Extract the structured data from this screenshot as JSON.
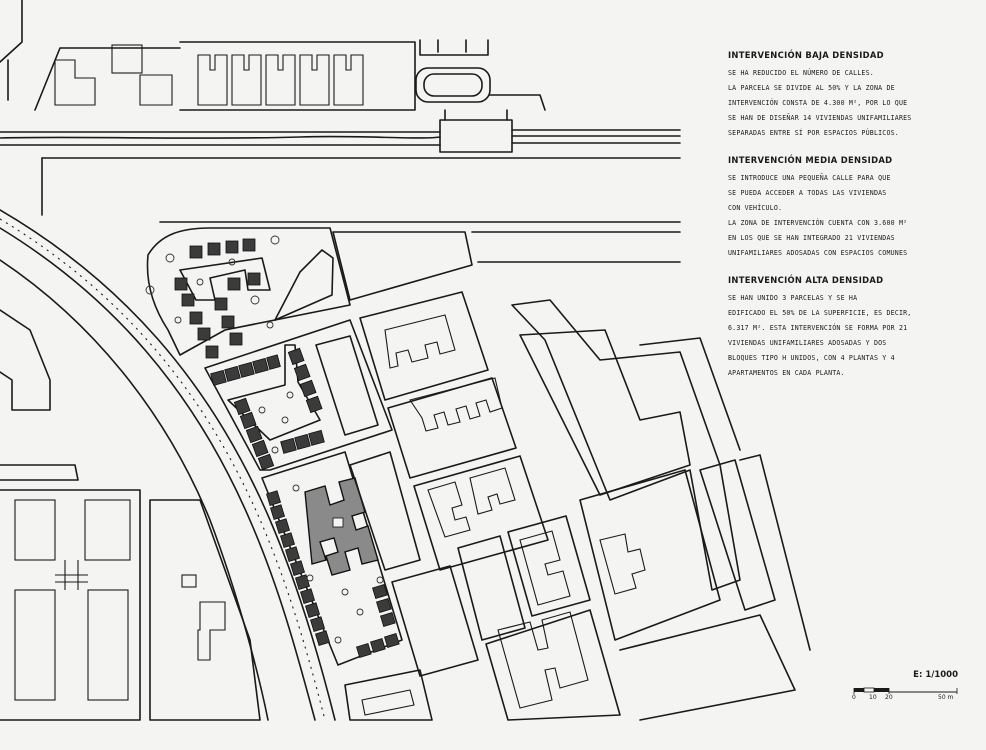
{
  "notes": [
    {
      "title": "INTERVENCIÓN BAJA DENSIDAD",
      "lines": [
        "SE HA REDUCIDO EL NÚMERO DE CALLES.",
        "LA PARCELA SE DIVIDE AL 50% Y LA ZONA DE",
        "INTERVENCIÓN CONSTA DE 4.300 m², POR LO QUE",
        "SE HAN DE DISEÑAR 14 VIVIENDAS UNIFAMILIARES",
        "SEPARADAS ENTRE SÍ POR ESPACIOS PÚBLICOS."
      ]
    },
    {
      "title": "INTERVENCIÓN MEDIA DENSIDAD",
      "lines": [
        "SE INTRODUCE UNA PEQUEÑA CALLE PARA QUE",
        "SE PUEDA ACCEDER A TODAS LAS VIVIENDAS",
        "CON VEHÍCULO.",
        "LA ZONA DE INTERVENCIÓN CUENTA CON 3.600 m²",
        "EN LOS QUE SE HAN INTEGRADO 21 VIVIENDAS",
        "UNIFAMILIARES ADOSADAS CON ESPACIOS COMUNES"
      ]
    },
    {
      "title": "INTERVENCIÓN ALTA DENSIDAD",
      "lines": [
        "SE HAN UNIDO 3 PARCELAS Y SE HA",
        "EDIFICADO EL 50% DE LA SUPERFICIE, ES DECIR,",
        "6.317 m². ESTA INTERVENCIÓN SE FORMA POR 21",
        "VIVIENDAS UNIFAMILIARES ADOSADAS Y DOS",
        "BLOQUES TIPO H UNIDOS, CON 4 PLANTAS Y 4",
        "APARTAMENTOS EN CADA PLANTA."
      ]
    }
  ],
  "scale": {
    "label": "E: 1/1000",
    "ticks": [
      "0",
      "10",
      "20",
      "50 m"
    ]
  }
}
